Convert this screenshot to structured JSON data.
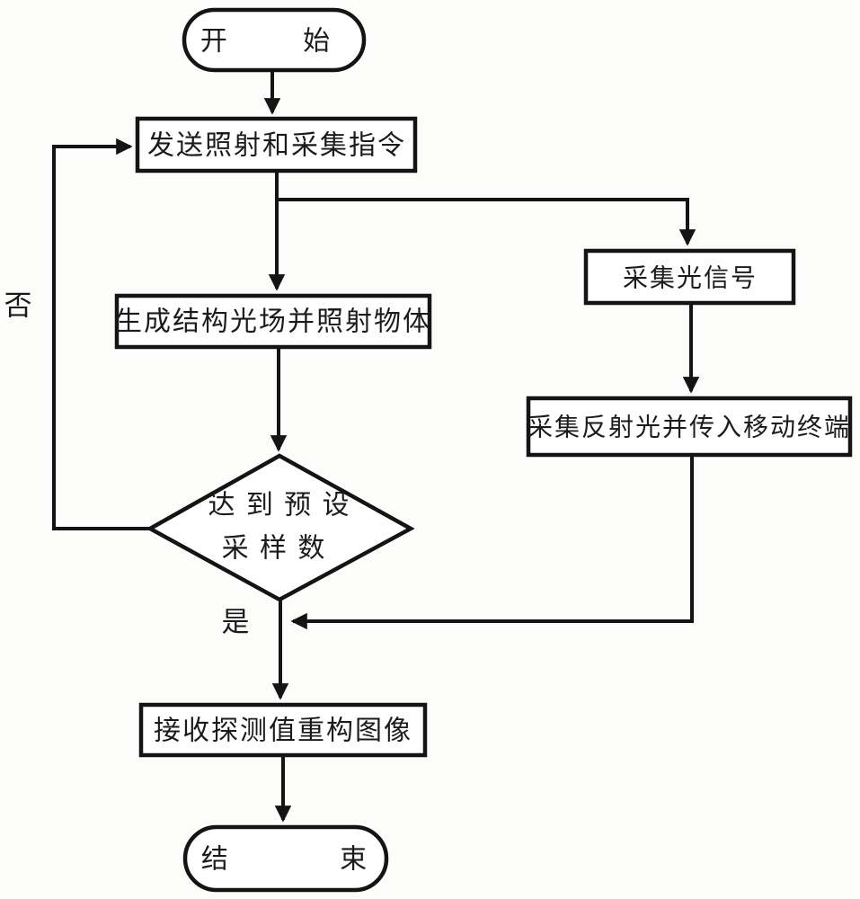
{
  "diagram": {
    "type": "flowchart",
    "background_color": "#fcfcfb",
    "line_color": "#141414",
    "node_fill_color": "#ffffff",
    "nodes": {
      "start": {
        "type": "terminator",
        "label": "开 始"
      },
      "send_command": {
        "type": "process",
        "label": "发送照射和采集指令"
      },
      "generate_light_field": {
        "type": "process",
        "label": "生成结构光场并照射物体"
      },
      "reach_preset_decision": {
        "type": "decision",
        "label_line1": "达 到 预 设",
        "label_line2": "采 样 数"
      },
      "collect_light_signal": {
        "type": "process",
        "label": "采集光信号"
      },
      "collect_reflected_light": {
        "type": "process",
        "label": "采集反射光并传入移动终端"
      },
      "reconstruct_image": {
        "type": "process",
        "label": "接收探测值重构图像"
      },
      "end": {
        "type": "terminator",
        "label": "结 束"
      }
    },
    "edge_labels": {
      "no": "否",
      "yes": "是"
    },
    "edges": [
      "start -> send_command",
      "send_command -> generate_light_field",
      "send_command -> collect_light_signal",
      "generate_light_field -> reach_preset_decision",
      "reach_preset_decision -(no)-> send_command",
      "reach_preset_decision -(yes)-> reconstruct_image",
      "collect_light_signal -> collect_reflected_light",
      "collect_reflected_light -> junction_before_reconstruct",
      "reconstruct_image -> end"
    ]
  }
}
